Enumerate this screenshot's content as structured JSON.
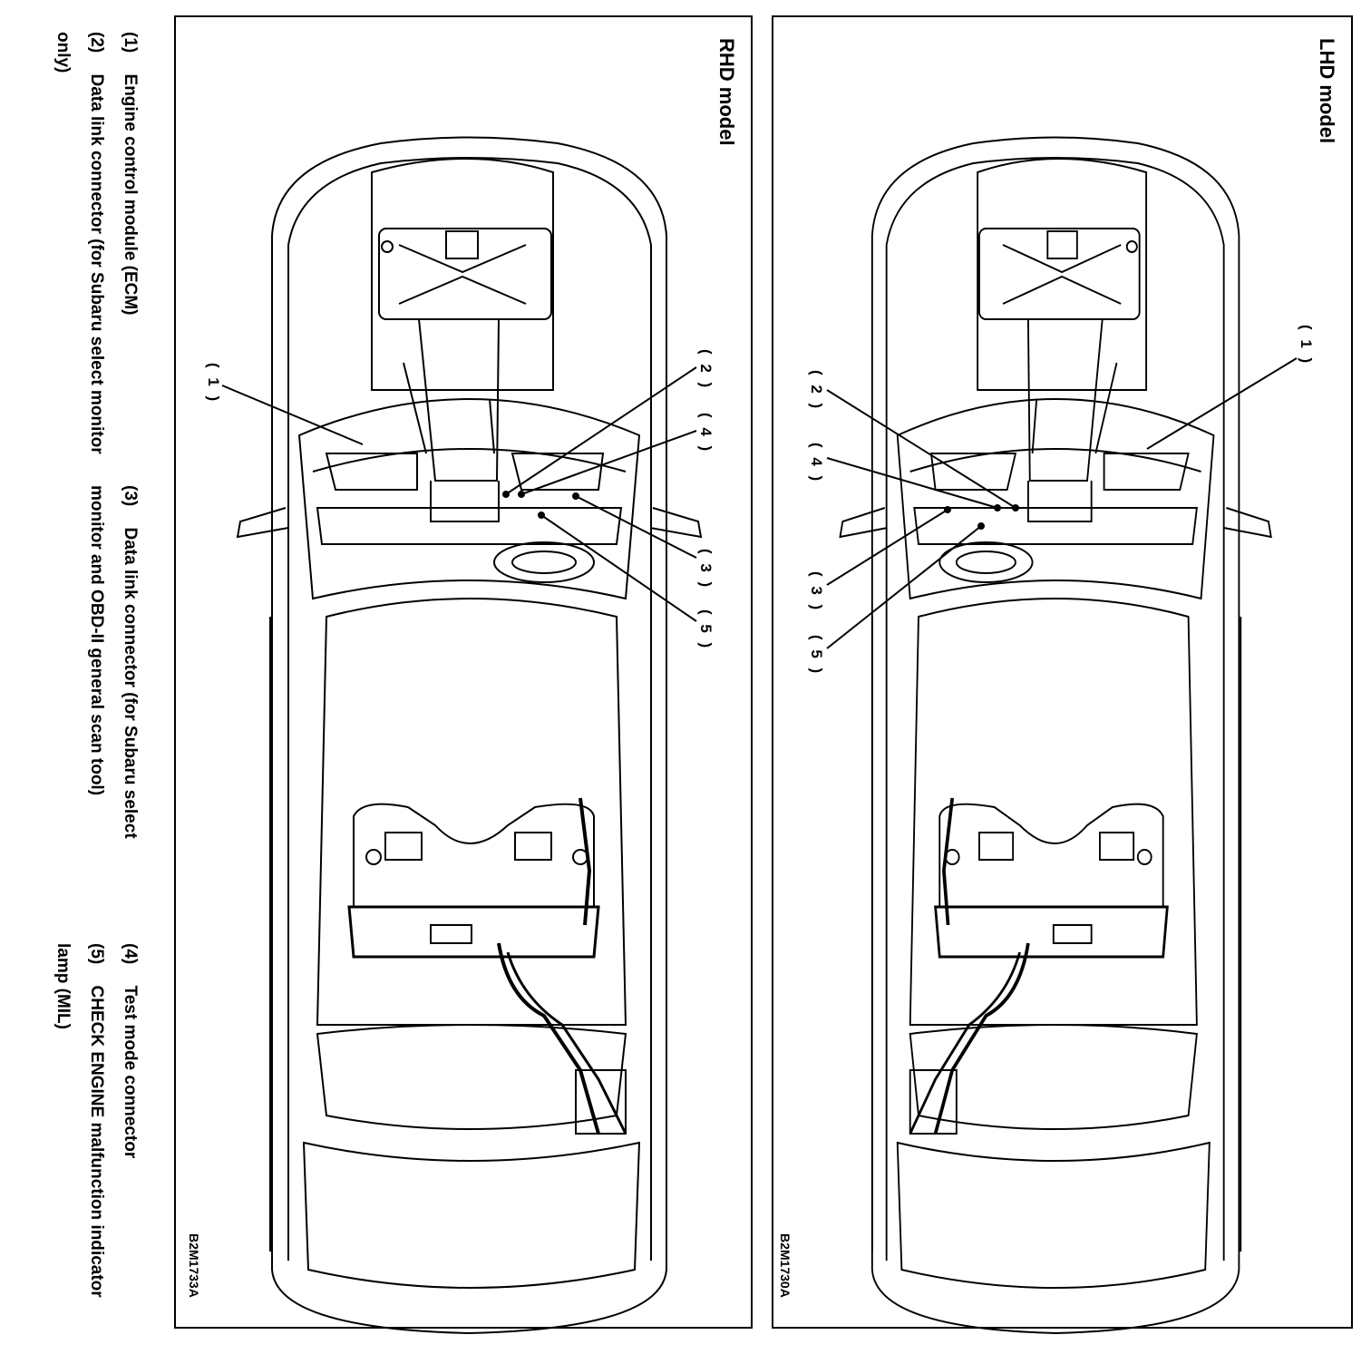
{
  "panels": [
    {
      "title": "RHD model",
      "code": "B2M1733A",
      "callouts": [
        "( 1 )",
        "( 2 )",
        "( 4 )",
        "( 3 )",
        "( 5 )"
      ]
    },
    {
      "title": "LHD model",
      "code": "B2M1730A",
      "callouts": [
        "( 1 )",
        "( 2 )",
        "( 4 )",
        "( 3 )",
        "( 5 )"
      ]
    }
  ],
  "legend": [
    {
      "num": "(1)",
      "text": "Engine control module (ECM)"
    },
    {
      "num": "(2)",
      "text": "Data link connector (for Subaru select monitor only)"
    },
    {
      "num": "(3)",
      "text": "Data link connector (for Subaru select monitor and OBD-II general scan tool)"
    },
    {
      "num": "(4)",
      "text": "Test mode connector"
    },
    {
      "num": "(5)",
      "text": "CHECK ENGINE malfunction indicator lamp (MIL)"
    }
  ]
}
